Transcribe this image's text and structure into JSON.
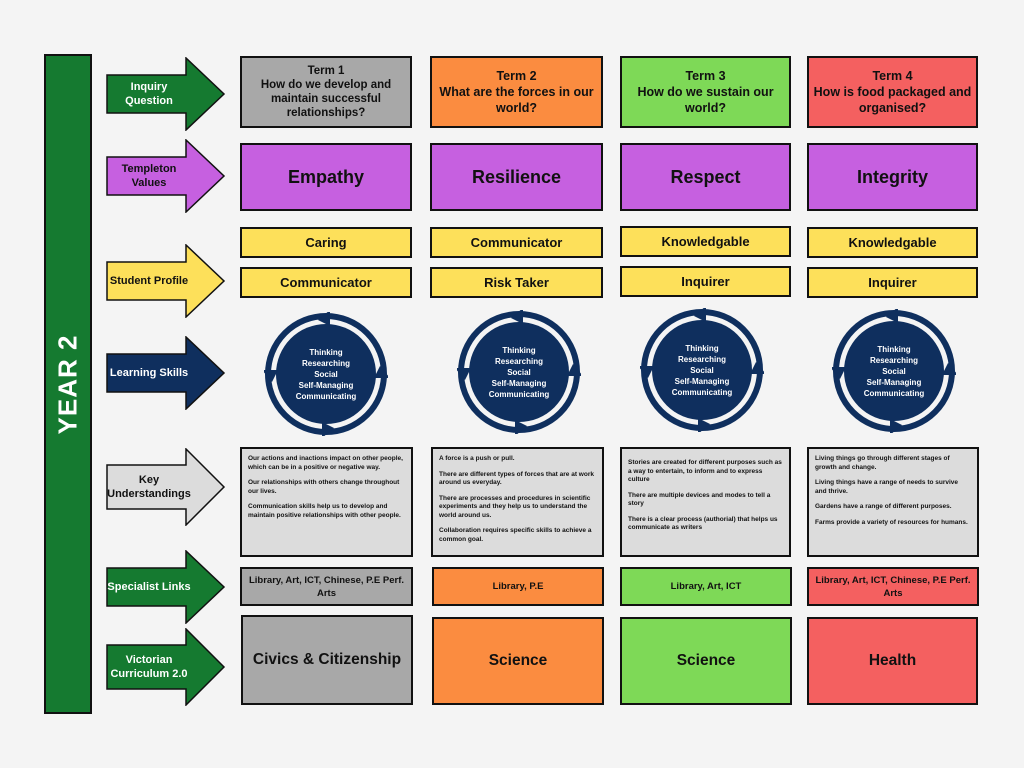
{
  "year_label": "YEAR 2",
  "colors": {
    "term1": "#a8a8a8",
    "term2": "#fb8c40",
    "term3": "#7ed957",
    "term4": "#f46060",
    "green": "#157a30",
    "purple": "#c660e0",
    "yellow": "#fde05a",
    "navy": "#0f2f5e",
    "grey": "#dcdcdc"
  },
  "rows": {
    "inquiry_question": "Inquiry Question",
    "templeton_values": "Templeton Values",
    "student_profile": "Student Profile",
    "learning_skills": "Learning Skills",
    "key_understandings": "Key Understandings",
    "specialist_links": "Specialist Links",
    "victorian_curriculum": "Victorian Curriculum 2.0"
  },
  "terms": [
    {
      "heading": "Term 1",
      "question": "How do we develop and maintain successful relationships?",
      "value": "Empathy",
      "profiles": [
        "Caring",
        "Communicator"
      ],
      "skills": [
        "Thinking",
        "Researching",
        "Social",
        "Self-Managing",
        "Communicating"
      ],
      "key_understandings": [
        "Our actions and inactions impact on other people, which can be in a positive or negative way.",
        "Our relationships with others change throughout our lives.",
        "Communication skills help us to develop and maintain positive relationships with other people."
      ],
      "specialist": "Library, Art, ICT, Chinese, P.E Perf. Arts",
      "curriculum": "Civics & Citizenship"
    },
    {
      "heading": "Term 2",
      "question": "What are the forces in our world?",
      "value": "Resilience",
      "profiles": [
        "Communicator",
        "Risk Taker"
      ],
      "skills": [
        "Thinking",
        "Researching",
        "Social",
        "Self-Managing",
        "Communicating"
      ],
      "key_understandings": [
        "A force is a push or pull.",
        "There are different types of forces that are at work around us everyday.",
        "There are processes and procedures in scientific experiments and they help us to understand the world around us.",
        "Collaboration requires specific skills to achieve a common goal."
      ],
      "specialist": "Library, P.E",
      "curriculum": "Science"
    },
    {
      "heading": "Term 3",
      "question": "How do we sustain our world?",
      "value": "Respect",
      "profiles": [
        "Knowledgable",
        "Inquirer"
      ],
      "skills": [
        "Thinking",
        "Researching",
        "Social",
        "Self-Managing",
        "Communicating"
      ],
      "key_understandings": [
        "Stories are created for different purposes such as a way to entertain, to inform and to express culture",
        "There are multiple devices and modes to tell a story",
        "There is a clear process (authorial) that helps us communicate as writers"
      ],
      "specialist": "Library, Art, ICT",
      "curriculum": "Science"
    },
    {
      "heading": "Term 4",
      "question": "How is food packaged and organised?",
      "value": "Integrity",
      "profiles": [
        "Knowledgable",
        "Inquirer"
      ],
      "skills": [
        "Thinking",
        "Researching",
        "Social",
        "Self-Managing",
        "Communicating"
      ],
      "key_understandings": [
        "Living things go through different stages of growth and change.",
        "Living things have a range of needs to survive and thrive.",
        "Gardens have a range of different purposes.",
        "Farms provide a variety of resources for humans."
      ],
      "specialist": "Library, Art, ICT, Chinese, P.E Perf. Arts",
      "curriculum": "Health"
    }
  ]
}
